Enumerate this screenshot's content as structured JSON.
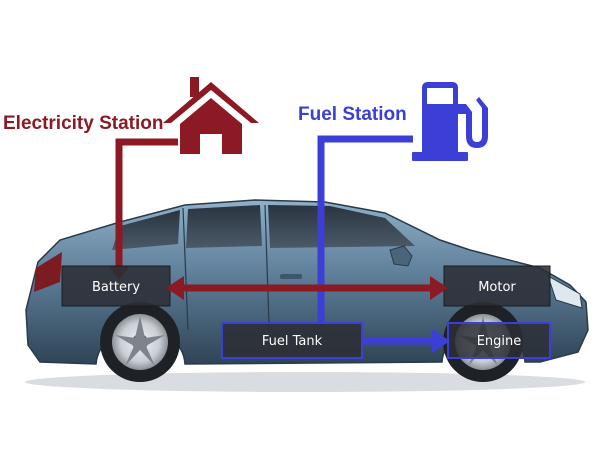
{
  "labels": {
    "electricity_station": "Electricity Station",
    "fuel_station": "Fuel Station"
  },
  "components": {
    "battery": "Battery",
    "motor": "Motor",
    "fuel_tank": "Fuel Tank",
    "engine": "Engine"
  },
  "colors": {
    "electric_flow": "#8b1a24",
    "fuel_flow": "#3b3fd6",
    "car_body": "#5f7f9a",
    "component_box": "#2c2f36"
  },
  "icons": {
    "electricity_station": "house-icon",
    "fuel_station": "fuel-pump-icon"
  }
}
